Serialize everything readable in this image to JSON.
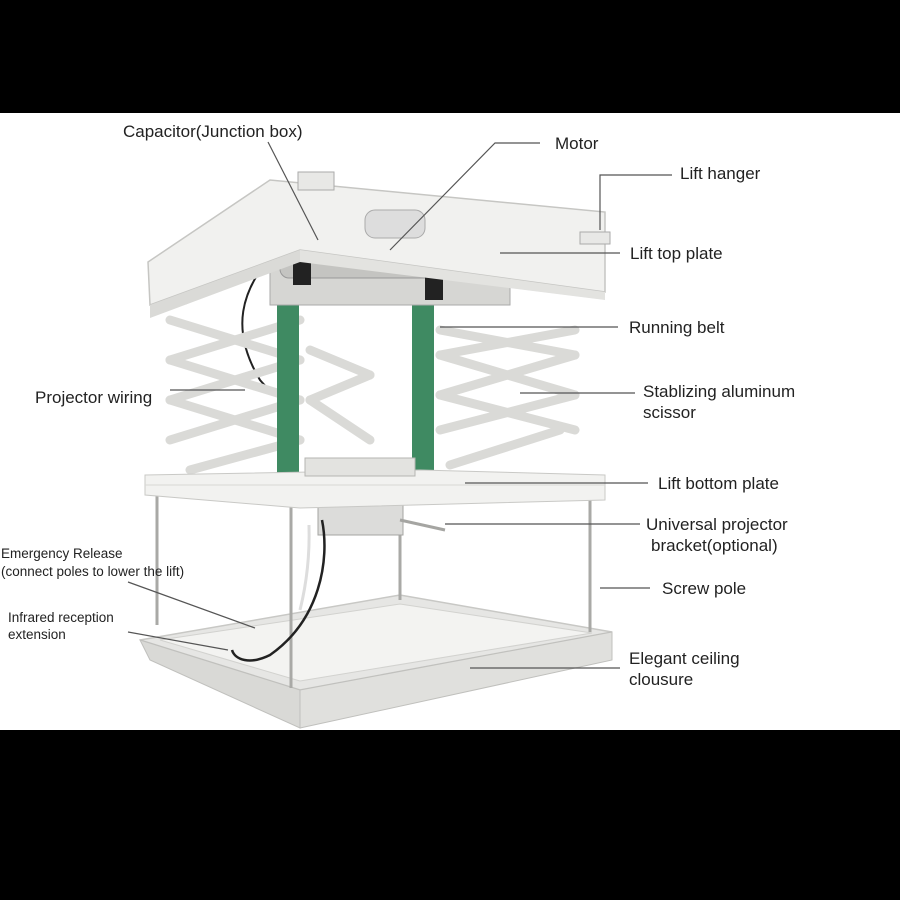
{
  "labels": {
    "capacitor": "Capacitor(Junction box)",
    "motor": "Motor",
    "lift_hanger": "Lift hanger",
    "lift_top_plate": "Lift top plate",
    "running_belt": "Running belt",
    "projector_wiring": "Projector wiring",
    "stabilizing_scissor_line1": "Stablizing aluminum",
    "stabilizing_scissor_line2": "scissor",
    "lift_bottom_plate": "Lift bottom plate",
    "universal_bracket_line1": "Universal projector",
    "universal_bracket_line2": "bracket(optional)",
    "emergency_release_line1": "Emergency Release",
    "emergency_release_line2": "(connect poles to lower the lift)",
    "screw_pole": "Screw pole",
    "infrared_line1": "Infrared reception",
    "infrared_line2": "extension",
    "ceiling_closure_line1": "Elegant ceiling",
    "ceiling_closure_line2": "clousure"
  },
  "colors": {
    "background_band": "#000000",
    "panel": "#ffffff",
    "plate": "#efefed",
    "plate_edge": "#cfcfcc",
    "belt": "#3f8a62",
    "leader_line": "#555555",
    "text": "#222222"
  }
}
